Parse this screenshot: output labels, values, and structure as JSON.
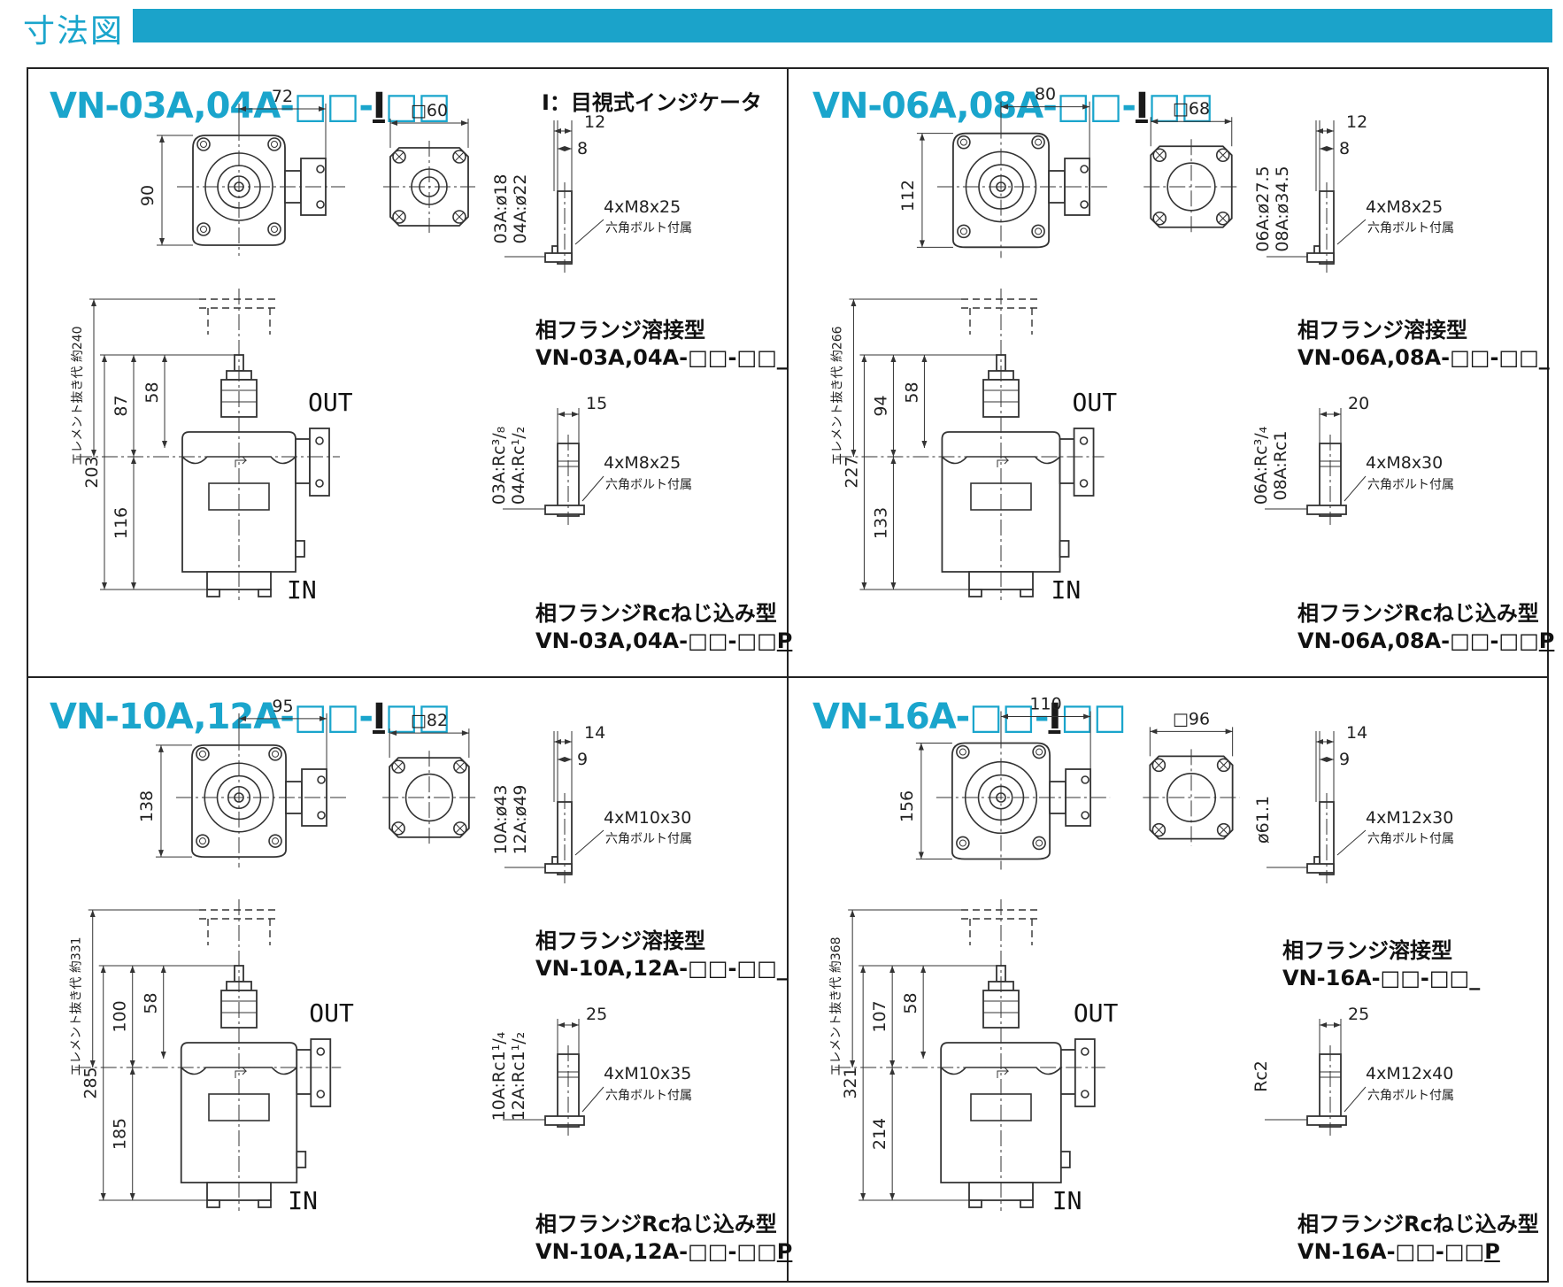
{
  "header": {
    "title": "寸法図"
  },
  "legend_note": "I：目視式インジケータ",
  "labels": {
    "out": "OUT",
    "in": "IN",
    "extraction": "エレメント抜き代",
    "bolt_note": "六角ボルト付属"
  },
  "quadrants": [
    {
      "id": "q1",
      "title_prefix": "VN-03A,04A-",
      "title_i": "I",
      "dims": {
        "width": "72",
        "height": "90",
        "square": "□60",
        "extraction": "約240",
        "a": "87",
        "b": "58",
        "total": "203",
        "c": "116"
      },
      "weld": {
        "d1": "03A:ø18",
        "d2": "04A:ø22",
        "t1": "12",
        "t2": "8",
        "bolt": "4xM8x25",
        "caption1": "相フランジ溶接型",
        "caption2": "VN-03A,04A-□□-□□_"
      },
      "thread": {
        "d1": "03A:Rc³/₈",
        "d2": "04A:Rc¹/₂",
        "t1": "15",
        "bolt": "4xM8x25",
        "caption1": "相フランジRcねじ込み型",
        "caption2_main": "VN-03A,04A-□□-□□",
        "caption2_p": "P"
      }
    },
    {
      "id": "q2",
      "title_prefix": "VN-06A,08A-",
      "title_i": "I",
      "dims": {
        "width": "80",
        "height": "112",
        "square": "□68",
        "extraction": "約266",
        "a": "94",
        "b": "58",
        "total": "227",
        "c": "133"
      },
      "weld": {
        "d1": "06A:ø27.5",
        "d2": "08A:ø34.5",
        "t1": "12",
        "t2": "8",
        "bolt": "4xM8x25",
        "caption1": "相フランジ溶接型",
        "caption2": "VN-06A,08A-□□-□□_"
      },
      "thread": {
        "d1": "06A:Rc³/₄",
        "d2": "08A:Rc1",
        "t1": "20",
        "bolt": "4xM8x30",
        "caption1": "相フランジRcねじ込み型",
        "caption2_main": "VN-06A,08A-□□-□□",
        "caption2_p": "P"
      }
    },
    {
      "id": "q3",
      "title_prefix": "VN-10A,12A-",
      "title_i": "I",
      "dims": {
        "width": "95",
        "height": "138",
        "square": "□82",
        "extraction": "約331",
        "a": "100",
        "b": "58",
        "total": "285",
        "c": "185"
      },
      "weld": {
        "d1": "10A:ø43",
        "d2": "12A:ø49",
        "t1": "14",
        "t2": "9",
        "bolt": "4xM10x30",
        "caption1": "相フランジ溶接型",
        "caption2": "VN-10A,12A-□□-□□_"
      },
      "thread": {
        "d1": "10A:Rc1¹/₄",
        "d2": "12A:Rc1¹/₂",
        "t1": "25",
        "bolt": "4xM10x35",
        "caption1": "相フランジRcねじ込み型",
        "caption2_main": "VN-10A,12A-□□-□□",
        "caption2_p": "P"
      }
    },
    {
      "id": "q4",
      "title_prefix": "VN-16A-",
      "title_i": "I",
      "dims": {
        "width": "110",
        "height": "156",
        "square": "□96",
        "extraction": "約368",
        "a": "107",
        "b": "58",
        "total": "321",
        "c": "214"
      },
      "weld": {
        "d1": "ø61.1",
        "d2": "",
        "t1": "14",
        "t2": "9",
        "bolt": "4xM12x30",
        "caption1": "相フランジ溶接型",
        "caption2": "VN-16A-□□-□□_"
      },
      "thread": {
        "d1": "Rc2",
        "d2": "",
        "t1": "25",
        "bolt": "4xM12x40",
        "caption1": "相フランジRcねじ込み型",
        "caption2_main": "VN-16A-□□-□□",
        "caption2_p": "P"
      }
    }
  ]
}
